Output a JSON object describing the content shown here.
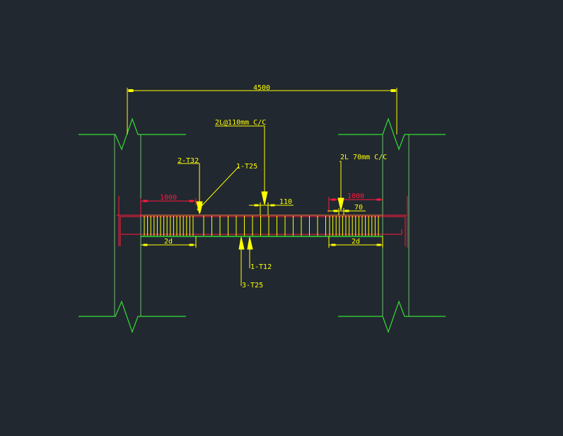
{
  "colors": {
    "background": "#212830",
    "structure": "#33dd33",
    "rebar": "#ffff00",
    "main_bar": "#ff1a3c",
    "dimension": "#ffff00"
  },
  "dimensions": {
    "span": "4500",
    "left_zone": "1000",
    "right_zone": "1000",
    "left_2d": "2d",
    "right_2d": "2d",
    "mid_spacing": "110",
    "end_spacing": "70"
  },
  "labels": {
    "mid_stirrups": "2L@110mm C/C",
    "end_stirrups": "2L 70mm C/C",
    "top_bars": "2-T32",
    "extra_top": "1-T25",
    "bottom_extra": "1-T12",
    "bottom_bars": "3-T25"
  }
}
